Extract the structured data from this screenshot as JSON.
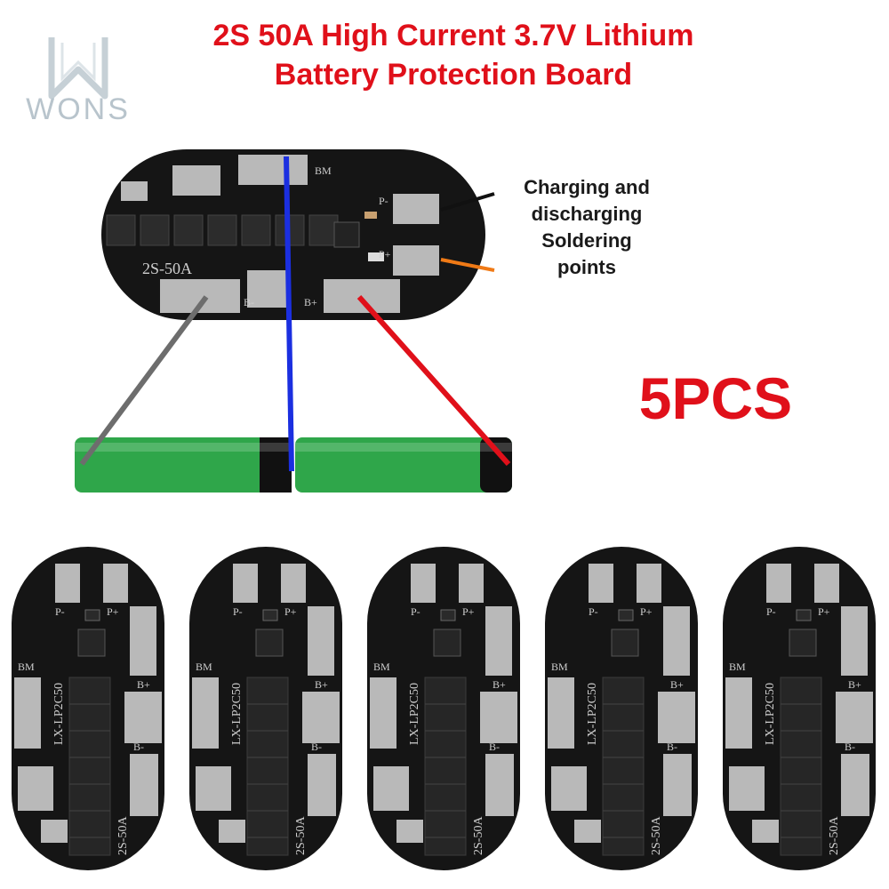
{
  "title": {
    "line1": "2S 50A High Current 3.7V Lithium",
    "line2": "Battery Protection Board"
  },
  "logo": {
    "text": "WONS"
  },
  "callout": {
    "lines": [
      "Charging and",
      "discharging",
      "Soldering",
      "points"
    ]
  },
  "count": "5PCS",
  "main_board": {
    "label_model": "2S-50A",
    "label_bm": "BM",
    "label_p_minus": "P-",
    "label_p_plus": "P+",
    "label_b_minus": "B-",
    "label_b_plus": "B+"
  },
  "small_board": {
    "label_model": "2S-50A",
    "label_part": "LX-LP2C50",
    "label_bm": "BM",
    "label_p_minus": "P-",
    "label_p_plus": "P+",
    "label_b_minus": "B-",
    "label_b_plus": "B+"
  },
  "colors": {
    "title": "#e0101a",
    "board": "#151515",
    "pad": "#b9b9b9",
    "battery": "#2fa64a",
    "wire_blue": "#1b2fe0",
    "wire_red": "#e0101a",
    "wire_gray": "#6d6d6d",
    "wire_black": "#111111",
    "wire_orange": "#f07a16"
  }
}
